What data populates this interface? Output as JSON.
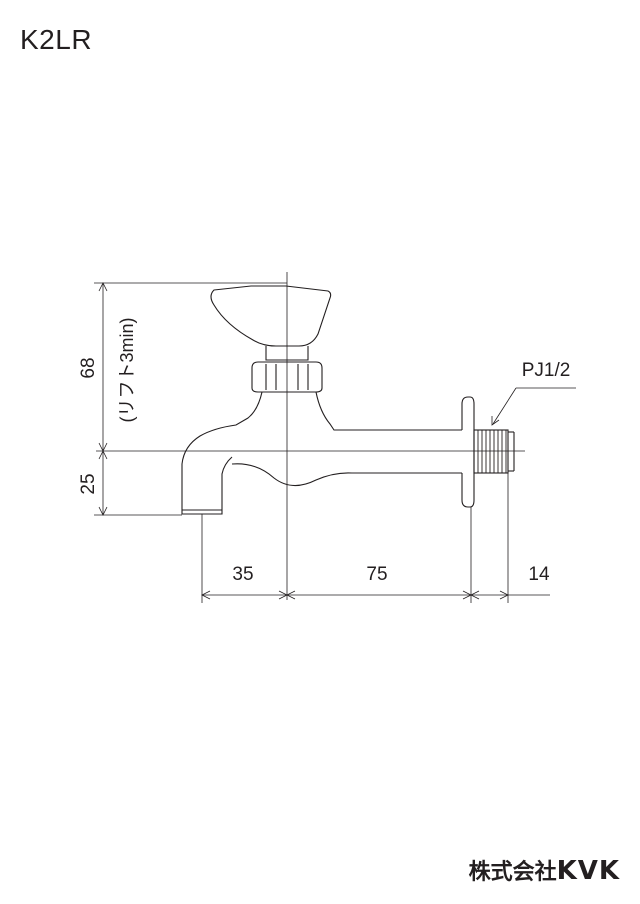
{
  "model": "K2LR",
  "dimensions": {
    "height_total": "68",
    "lift": "(リフト3min)",
    "height_spout": "25",
    "width_spout": "35",
    "width_body": "75",
    "width_thread": "14",
    "thread_spec": "PJ1/2"
  },
  "brand": {
    "company": "株式会社",
    "name": "KVK"
  }
}
